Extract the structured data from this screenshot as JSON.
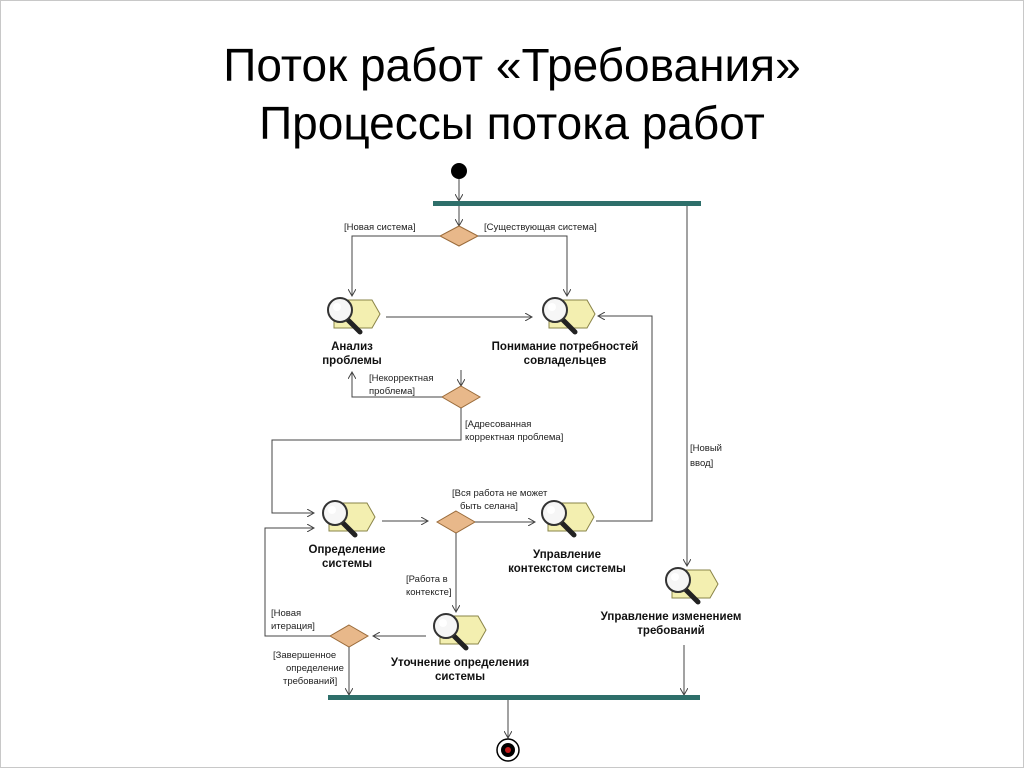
{
  "slide": {
    "title_line1": "Поток работ «Требования»",
    "title_line2": "Процессы потока работ"
  },
  "colors": {
    "sync_bar": "#2e6f6a",
    "decision_fill": "#e8b88a",
    "decision_stroke": "#9a6b3a",
    "line": "#444444",
    "activity_fill": "#f3efb0"
  },
  "activities": {
    "analysis_l1": "Анализ",
    "analysis_l2": "проблемы",
    "understand_l1": "Понимание потребностей",
    "understand_l2": "совладельцев",
    "define_l1": "Определение",
    "define_l2": "системы",
    "scope_l1": "Управление",
    "scope_l2": "контекстом системы",
    "change_l1": "Управление изменением",
    "change_l2": "требований",
    "refine_l1": "Уточнение определения",
    "refine_l2": "системы"
  },
  "guards": {
    "new_system": "[Новая система]",
    "existing_system": "[Существующая система]",
    "incorrect_l1": "[Некорректная",
    "incorrect_l2": "проблема]",
    "addressed_l1": "[Адресованная",
    "addressed_l2": "корректная проблема]",
    "all_work_l1": "[Вся работа не может",
    "all_work_l2": "быть селана]",
    "in_scope_l1": "[Работа в",
    "in_scope_l2": "контексте]",
    "new_iter_l1": "[Новая",
    "new_iter_l2": "итерация]",
    "complete_l1": "[Завершенное",
    "complete_l2": "определение",
    "complete_l3": "требований]",
    "new_input_l1": "[Новый",
    "new_input_l2": "ввод]"
  }
}
